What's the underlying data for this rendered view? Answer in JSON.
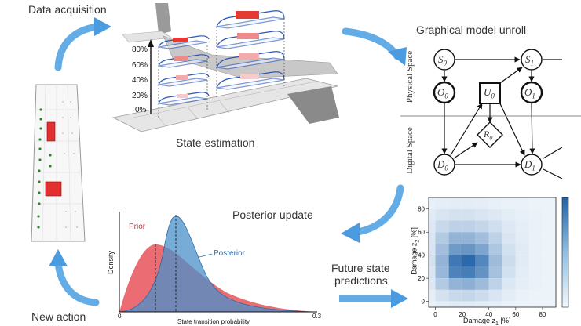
{
  "labels": {
    "data_acquisition": "Data acquisition",
    "state_estimation": "State estimation",
    "graphical_model_unroll": "Graphical model unroll",
    "posterior_update": "Posterior update",
    "future_state_line1": "Future state",
    "future_state_line2": "predictions",
    "new_action": "New action"
  },
  "wing_axis": {
    "ticks": [
      "80%",
      "60%",
      "40%",
      "20%",
      "0%"
    ]
  },
  "graph_model": {
    "physical_space": "Physical Space",
    "digital_space": "Digital Space",
    "nodes": {
      "S0": {
        "base": "S",
        "sub": "0"
      },
      "S1": {
        "base": "S",
        "sub": "1"
      },
      "O0": {
        "base": "O",
        "sub": "0"
      },
      "U0": {
        "base": "U",
        "sub": "0"
      },
      "O1": {
        "base": "O",
        "sub": "1"
      },
      "R0": {
        "base": "R",
        "sub": "0"
      },
      "D0": {
        "base": "D",
        "sub": "0"
      },
      "D1": {
        "base": "D",
        "sub": "1"
      }
    }
  },
  "posterior_chart": {
    "xlabel": "State transition probability",
    "ylabel": "Density",
    "x_ticks": [
      "0",
      "0.3"
    ],
    "prior_label": "Prior",
    "posterior_label": "Posterior",
    "prior_color": "#e8545a",
    "posterior_color": "#4a90c8"
  },
  "chart_data": {
    "type": "heatmap",
    "xlabel": "Damage z",
    "xlabel_sub": "1",
    "xlabel_unit": "[%]",
    "ylabel": "Damage z",
    "ylabel_sub": "2",
    "ylabel_unit": "[%]",
    "x_ticks": [
      0,
      20,
      40,
      60,
      80
    ],
    "y_ticks": [
      0,
      20,
      40,
      60,
      80
    ],
    "xlim": [
      -5,
      90
    ],
    "ylim": [
      -5,
      90
    ],
    "x": [
      -5,
      5,
      15,
      25,
      35,
      45,
      55,
      65,
      75,
      85
    ],
    "y": [
      85,
      75,
      65,
      55,
      45,
      35,
      25,
      15,
      5,
      -5
    ],
    "values": [
      [
        0.05,
        0.06,
        0.07,
        0.07,
        0.06,
        0.05,
        0.04,
        0.04,
        0.03,
        0.03
      ],
      [
        0.08,
        0.12,
        0.14,
        0.14,
        0.12,
        0.1,
        0.07,
        0.05,
        0.04,
        0.03
      ],
      [
        0.1,
        0.2,
        0.25,
        0.25,
        0.22,
        0.16,
        0.1,
        0.06,
        0.04,
        0.03
      ],
      [
        0.12,
        0.3,
        0.45,
        0.45,
        0.38,
        0.25,
        0.12,
        0.07,
        0.04,
        0.03
      ],
      [
        0.12,
        0.38,
        0.62,
        0.65,
        0.55,
        0.32,
        0.15,
        0.08,
        0.04,
        0.03
      ],
      [
        0.14,
        0.45,
        0.85,
        0.95,
        0.75,
        0.4,
        0.18,
        0.08,
        0.04,
        0.03
      ],
      [
        0.12,
        0.42,
        0.78,
        0.82,
        0.68,
        0.36,
        0.15,
        0.07,
        0.04,
        0.03
      ],
      [
        0.1,
        0.3,
        0.45,
        0.48,
        0.4,
        0.24,
        0.11,
        0.06,
        0.04,
        0.03
      ],
      [
        0.06,
        0.14,
        0.2,
        0.22,
        0.18,
        0.12,
        0.07,
        0.04,
        0.03,
        0.03
      ],
      [
        0.04,
        0.06,
        0.08,
        0.08,
        0.07,
        0.06,
        0.04,
        0.03,
        0.03,
        0.03
      ]
    ]
  }
}
